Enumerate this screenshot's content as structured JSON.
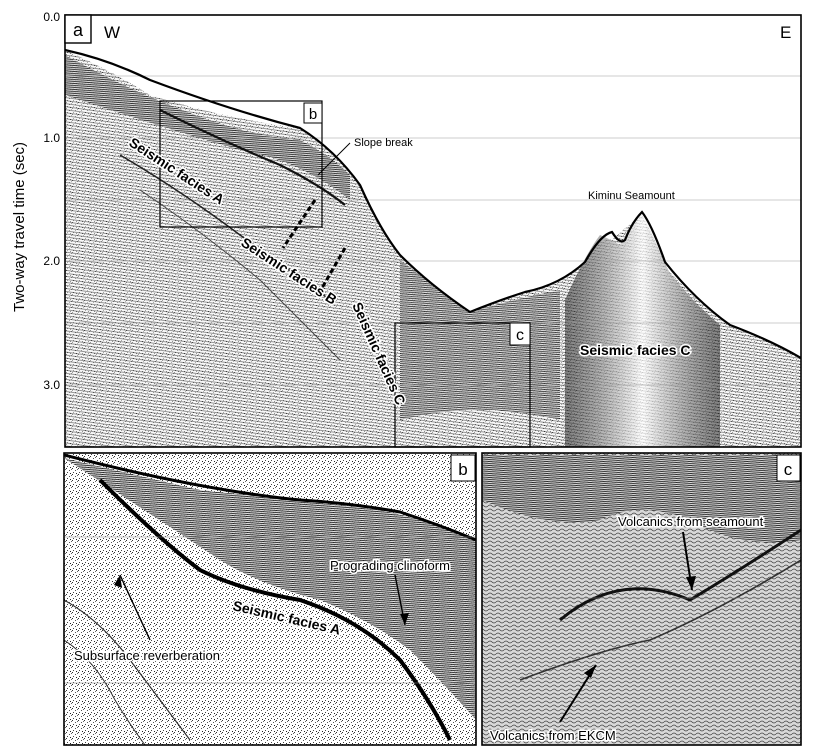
{
  "panel_a": {
    "letter": "a",
    "west": "W",
    "east": "E",
    "y_axis_label": "Two-way travel time (sec)",
    "y_ticks": [
      "0.0",
      "1.0",
      "2.0",
      "3.0"
    ],
    "inset_b_letter": "b",
    "inset_c_letter": "c",
    "slope_break": "Slope break",
    "kiminu": "Kiminu Seamount",
    "facies_a": "Seismic facies A",
    "facies_b": "Seismic facies B",
    "facies_c_slope": "Seismic facies C",
    "facies_c_seamount": "Seismic facies C"
  },
  "panel_b": {
    "letter": "b",
    "prograding": "Prograding clinoform",
    "facies_a": "Seismic facies A",
    "reverberation": "Subsurface reverberation"
  },
  "panel_c": {
    "letter": "c",
    "volcanics_seamount": "Volcanics from seamount",
    "volcanics_ekcm": "Volcanics from EKCM"
  }
}
